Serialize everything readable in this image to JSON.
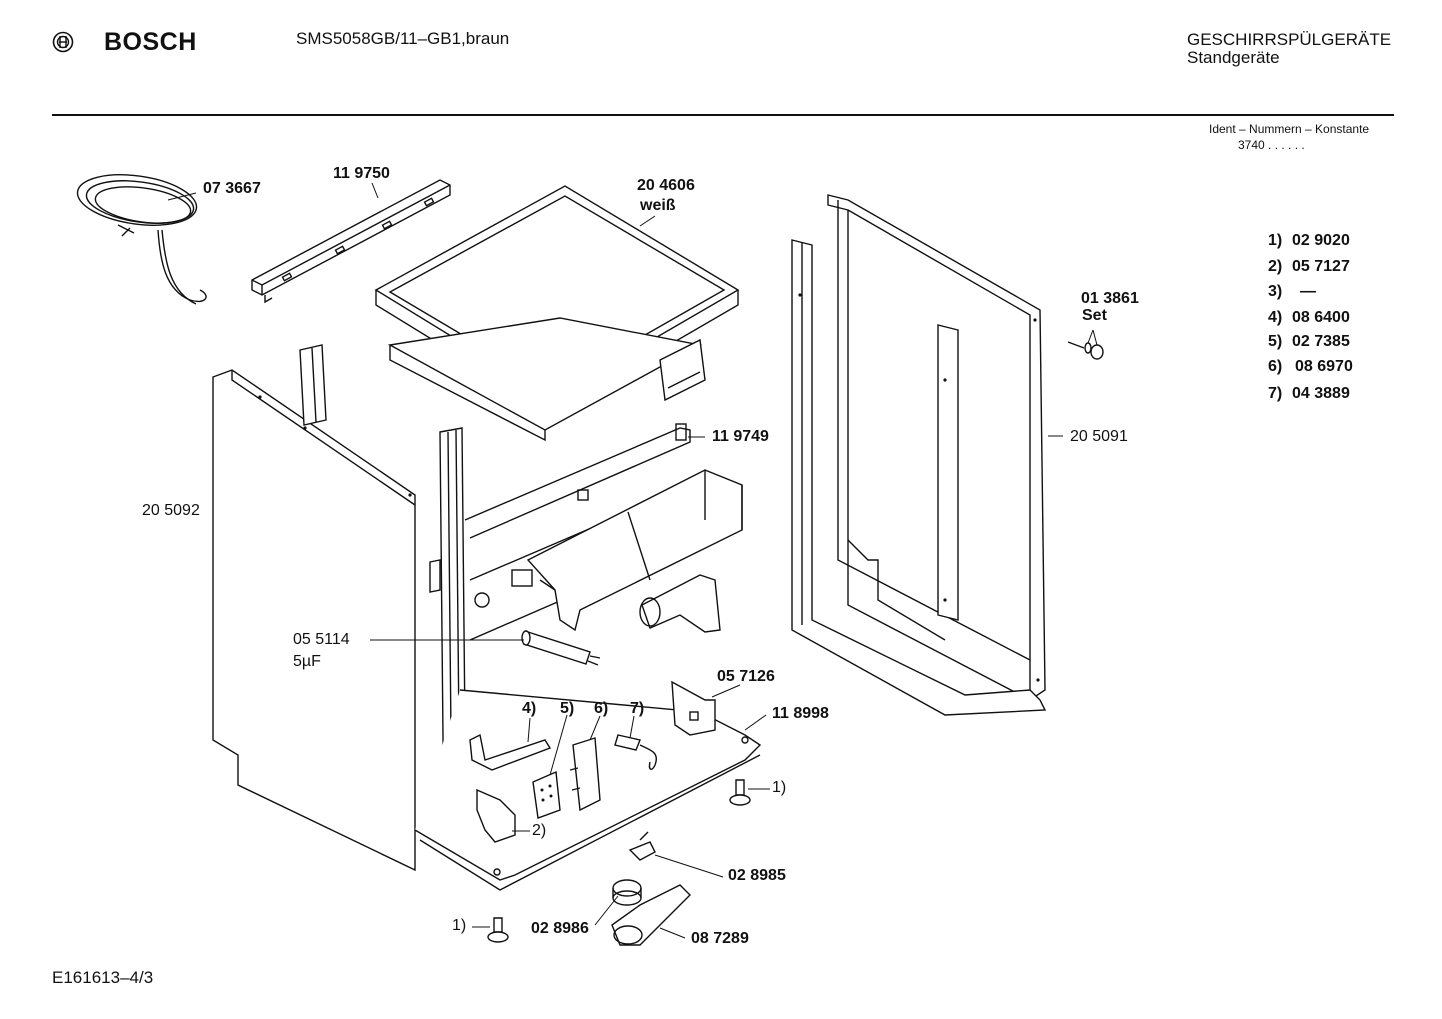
{
  "header": {
    "brand": "BOSCH",
    "model": "SMS5058GB/11–GB1,braun",
    "category": "GESCHIRRSPÜLGERÄTE",
    "subcategory": "Standgeräte",
    "ident_label": "Ident – Nummern – Konstante",
    "ident_value": "3740 . .  . . . ."
  },
  "parts": {
    "cable": "07 3667",
    "rail_top": "11 9750",
    "worktop": "20 4606",
    "worktop_color": "weiß",
    "bracket": "11 9749",
    "side_left": "20 5092",
    "side_right": "20 5091",
    "screw_set": "01 3861",
    "screw_set_note": "Set",
    "capacitor": "05 5114",
    "capacitor_value": "5µF",
    "bracket_small": "05 7126",
    "base_plate": "11 8998",
    "switch": "02 8985",
    "cap": "02 8986",
    "hose": "08 7289",
    "c1a": "1)",
    "c1b": "1)",
    "c2": "2)",
    "c4": "4)",
    "c5": "5)",
    "c6": "6)",
    "c7": "7)"
  },
  "legend": [
    {
      "key": "1)",
      "value": "02 9020"
    },
    {
      "key": "2)",
      "value": "05 7127"
    },
    {
      "key": "3)",
      "value": "—"
    },
    {
      "key": "4)",
      "value": "08 6400"
    },
    {
      "key": "5)",
      "value": "02 7385"
    },
    {
      "key": "6)",
      "value": "08 6970"
    },
    {
      "key": "7)",
      "value": "04 3889"
    }
  ],
  "footer": {
    "doc_id": "E161613–4/3"
  }
}
